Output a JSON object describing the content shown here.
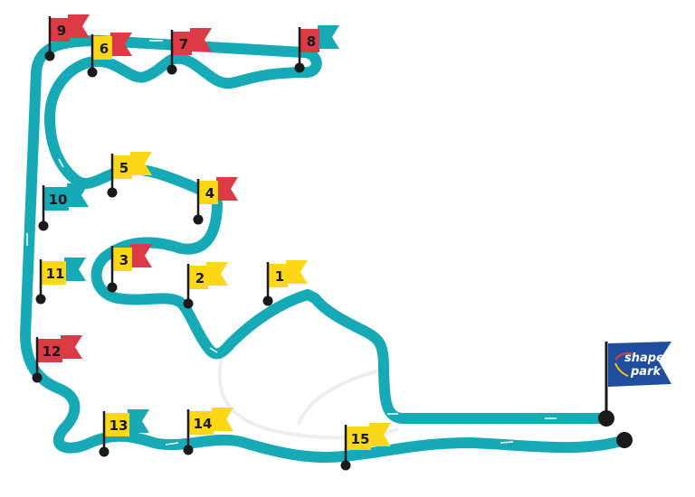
{
  "map": {
    "colors": {
      "track": "#16a9b6",
      "red": "#dc3a45",
      "yellow": "#fbd716",
      "teal": "#16a9b6",
      "pole": "#1a1a1a",
      "logo": "#1f4e9e"
    },
    "flags": [
      {
        "number": "1",
        "front": "yellow",
        "back": "yellow"
      },
      {
        "number": "2",
        "front": "yellow",
        "back": "yellow"
      },
      {
        "number": "3",
        "front": "yellow",
        "back": "red"
      },
      {
        "number": "4",
        "front": "yellow",
        "back": "red"
      },
      {
        "number": "5",
        "front": "yellow",
        "back": "yellow"
      },
      {
        "number": "6",
        "front": "yellow",
        "back": "red"
      },
      {
        "number": "7",
        "front": "red",
        "back": "red"
      },
      {
        "number": "8",
        "front": "red",
        "back": "teal"
      },
      {
        "number": "9",
        "front": "red",
        "back": "red"
      },
      {
        "number": "10",
        "front": "teal",
        "back": "teal"
      },
      {
        "number": "11",
        "front": "yellow",
        "back": "teal"
      },
      {
        "number": "12",
        "front": "red",
        "back": "red"
      },
      {
        "number": "13",
        "front": "yellow",
        "back": "teal"
      },
      {
        "number": "14",
        "front": "yellow",
        "back": "yellow"
      },
      {
        "number": "15",
        "front": "yellow",
        "back": "yellow"
      }
    ],
    "logo": {
      "line1": "shape",
      "line2": "park"
    }
  }
}
